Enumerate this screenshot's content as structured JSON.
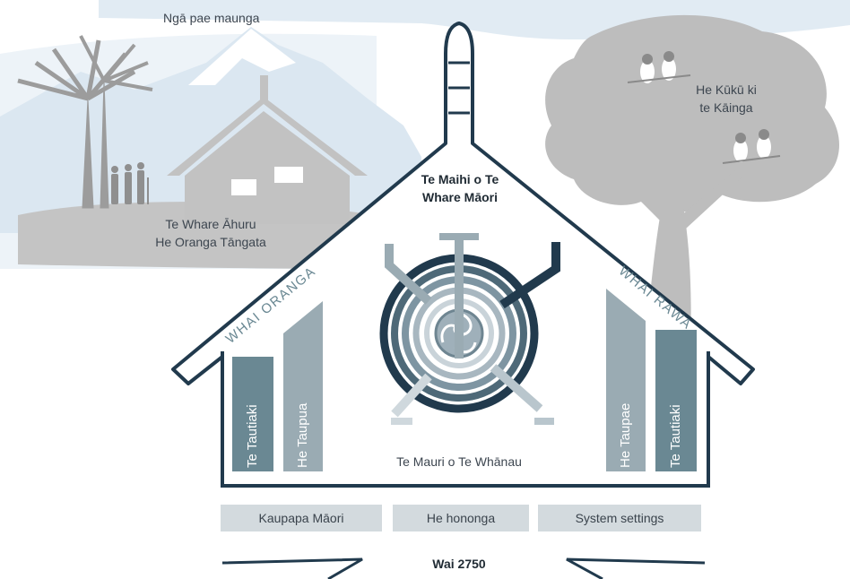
{
  "labels": {
    "mountains": "Ngā pae maunga",
    "kuku_line1": "He Kūkū ki",
    "kuku_line2": "te Kāinga",
    "maihi_line1": "Te Maihi o Te",
    "maihi_line2": "Whare Māori",
    "ahuru_line1": "Te Whare Āhuru",
    "ahuru_line2": "He Oranga Tāngata",
    "whai_oranga": "WHAI ORANGA",
    "whai_rawa": "WHAI RAWA",
    "mauri": "Te Mauri o Te Whānau",
    "wai": "Wai 2750"
  },
  "pou": {
    "left_outer": "Te Tautiaki",
    "left_inner": "He Taupua",
    "right_inner": "He Taupae",
    "right_outer": "Te Tautiaki"
  },
  "foundation": {
    "box1": "Kaupapa Māori",
    "box2": "He hononga",
    "box3": "System settings"
  },
  "colors": {
    "outline": "#213a4d",
    "pou_dark": "#6a8893",
    "pou_light": "#9aabb3",
    "box_fill": "#d3dade",
    "scenery": "#bfbfbf",
    "sky": "#dce8f2"
  }
}
